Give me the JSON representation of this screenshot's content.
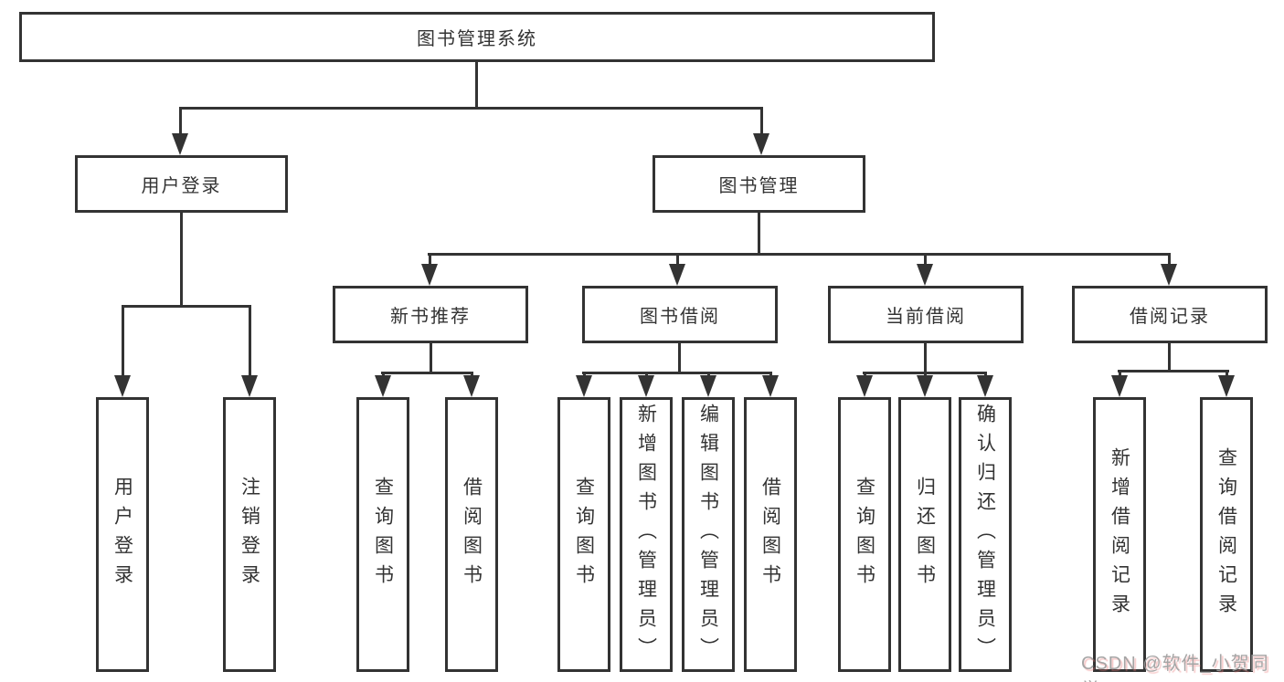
{
  "root": {
    "label": "图书管理系统"
  },
  "level2": [
    {
      "label": "用户登录"
    },
    {
      "label": "图书管理"
    }
  ],
  "level3": [
    {
      "label": "新书推荐"
    },
    {
      "label": "图书借阅"
    },
    {
      "label": "当前借阅"
    },
    {
      "label": "借阅记录"
    }
  ],
  "leaves": {
    "user_login": [
      "用户登录",
      "注销登录"
    ],
    "new_book_recommend": [
      "查询图书",
      "借阅图书"
    ],
    "book_borrow": [
      "查询图书",
      "新增图书（管理员）",
      "编辑图书（管理员）",
      "借阅图书"
    ],
    "current_borrow": [
      "查询图书",
      "归还图书",
      "确认归还（管理员）"
    ],
    "borrow_records": [
      "新增借阅记录",
      "查询借阅记录"
    ]
  },
  "watermark": {
    "text": "CSDN @软件_小贺同学"
  },
  "colors": {
    "line": "#333333",
    "background": "#ffffff",
    "watermark_gray": "#9e9e9e"
  }
}
